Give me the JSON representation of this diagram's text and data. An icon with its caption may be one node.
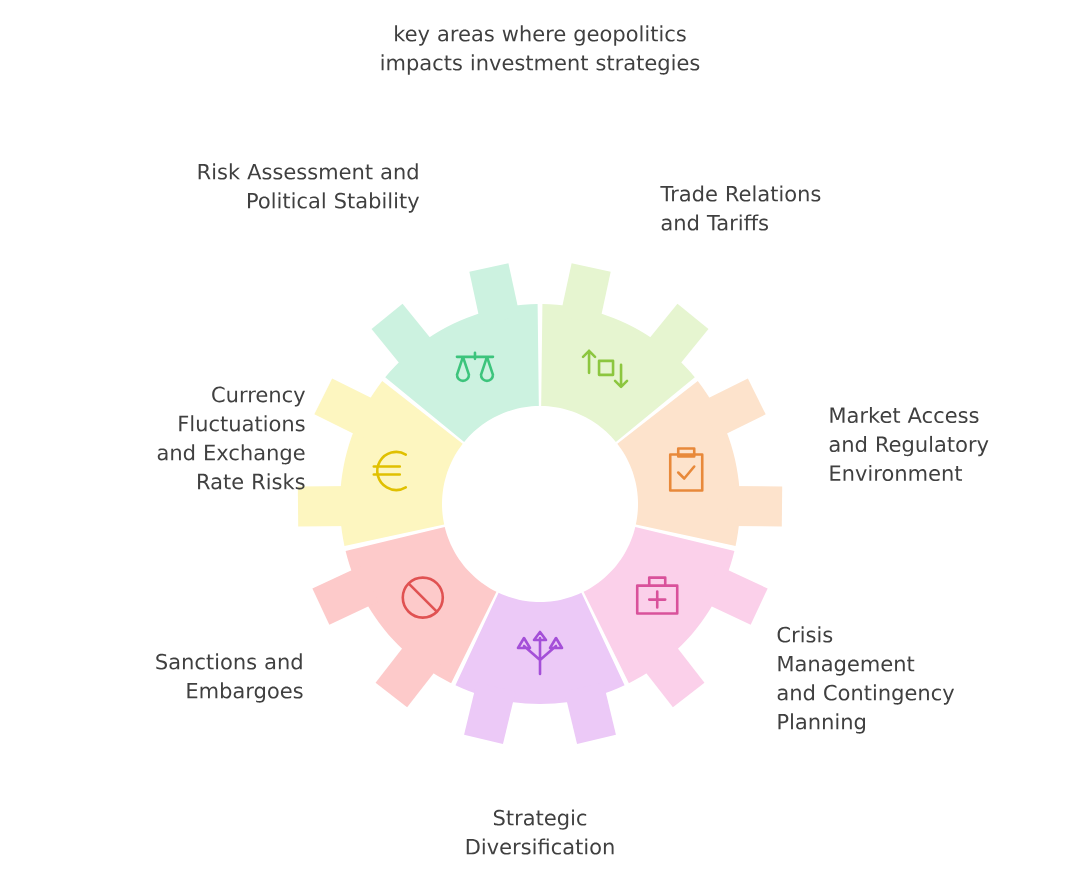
{
  "diagram": {
    "title": "key areas where geopolitics impacts investment strategies",
    "nodes": [
      {
        "text": [
          "Risk Assessment and Political Stability"
        ]
      },
      {
        "text": [
          "Trade Relations and Tariffs"
        ]
      },
      {
        "text": [
          "Market Access and Regulatory Environment"
        ]
      },
      {
        "text": [
          "Crisis Management and Contingency Planning"
        ]
      },
      {
        "text": [
          "Strategic Diversification"
        ]
      },
      {
        "text": [
          "Sanctions and Embargoes"
        ]
      },
      {
        "text": [
          "Currency Fluctuations and Exchange Rate Risks"
        ]
      }
    ]
  }
}
